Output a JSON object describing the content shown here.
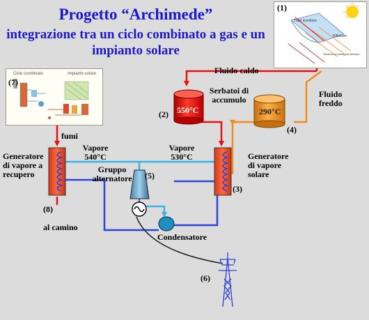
{
  "title": {
    "line1": "Progetto “Archimede”",
    "line2": "integrazione tra un ciclo combinato a gas e un impianto solare"
  },
  "diagram": {
    "fluido_caldo": "Fluido caldo",
    "fluido_freddo_1": "Fluido",
    "fluido_freddo_2": "freddo",
    "serbatoi_1": "Serbatoi di",
    "serbatoi_2": "accumulo",
    "tank_hot_temp": "550°C",
    "tank_cold_temp": "290°C",
    "fumi": "fumi",
    "vapore_left_1": "Vapore",
    "vapore_left_2": "540°C",
    "vapore_right_1": "Vapore",
    "vapore_right_2": "530°C",
    "gruppo_1": "Gruppo",
    "gruppo_2": "alternatore",
    "gen_rec_1": "Generatore",
    "gen_rec_2": "di vapore a",
    "gen_rec_3": "recupero",
    "gen_sol_1": "Generatore",
    "gen_sol_2": "di vapore",
    "gen_sol_3": "solare",
    "al_camino": "al camino",
    "condensatore": "Condensatore",
    "n1": "(1)",
    "n2": "(2)",
    "n3": "(3)",
    "n4": "(4)",
    "n5": "(5)",
    "n6": "(6)",
    "n7": "(7)",
    "n8": "(8)"
  },
  "thumbnails": {
    "cycle_left": "Ciclo combinato",
    "cycle_right": "Impianto solare",
    "solar_tube": "Tubo ricevitore",
    "solar_reflector": "Riflettore",
    "solar_support": "Struttura di sostegno riflettore"
  },
  "colors": {
    "background": "#dcdcdc",
    "title": "#1a1acc",
    "hot": "#e81010",
    "cold_fluid": "#f08c1e",
    "steam": "#38b4e6",
    "water": "#2a46d6",
    "tank_hot": "#e0201a",
    "tank_cold": "#f0a030"
  }
}
